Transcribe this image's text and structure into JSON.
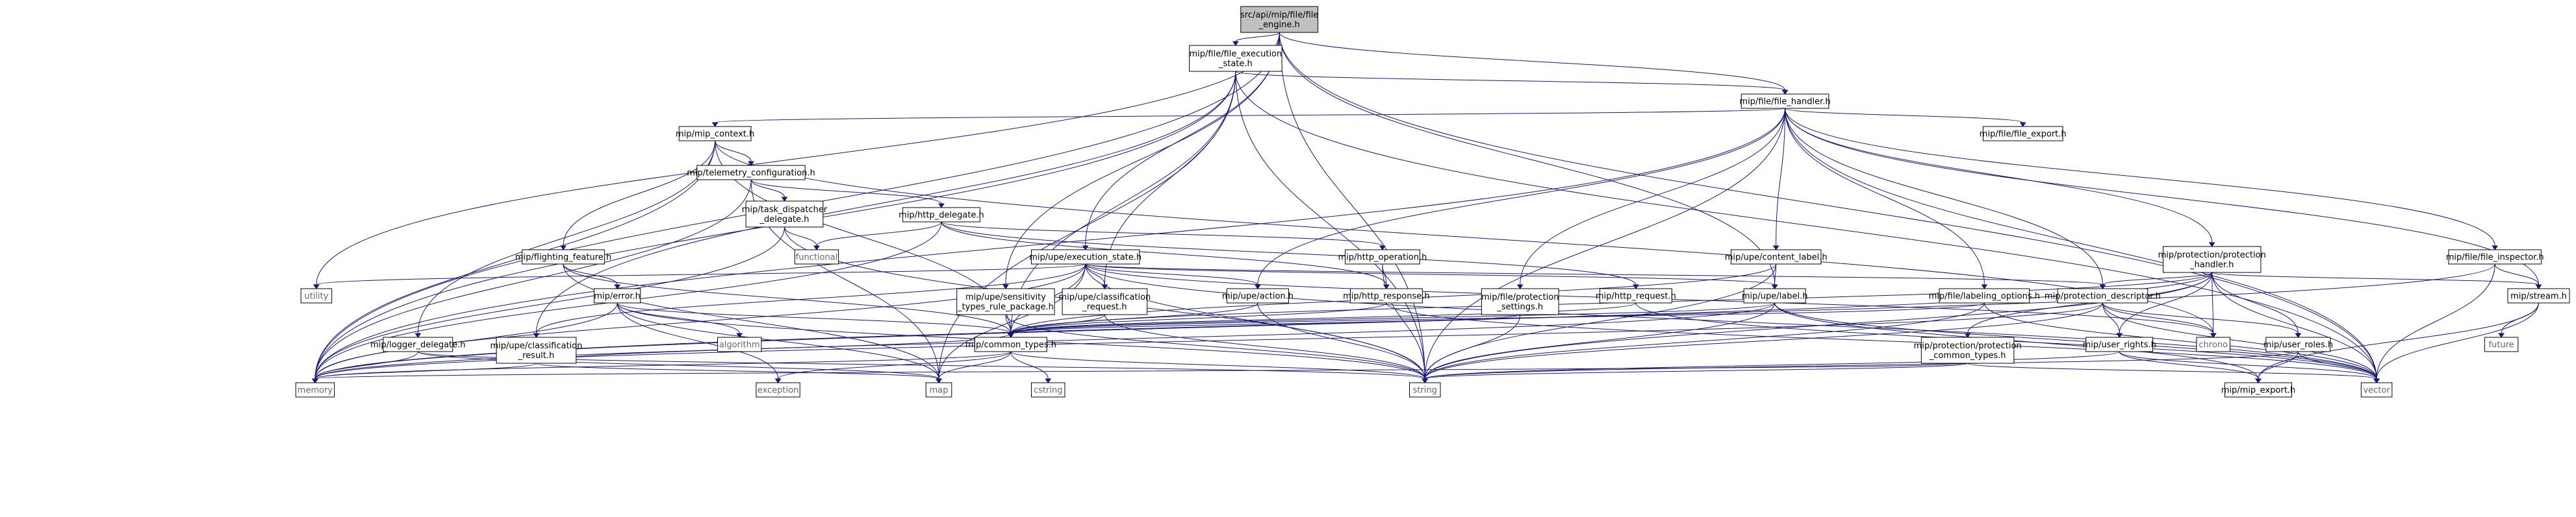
{
  "diagram": {
    "title": "src/api/mip/file/file_engine.h include dependency graph",
    "colors": {
      "root_fill": "#bfbfbf",
      "node_fill": "#ffffff",
      "node_border": "#000000",
      "system_border": "#bfbfbf",
      "system_text": "#666666",
      "edge": "#191970"
    },
    "nodes": [
      {
        "id": "root",
        "label": [
          "src/api/mip/file/file",
          "_engine.h"
        ],
        "kind": "root"
      },
      {
        "id": "fes",
        "label": [
          "mip/file/file_execution",
          "_state.h"
        ],
        "kind": "header"
      },
      {
        "id": "fh",
        "label": [
          "mip/file/file_handler.h"
        ],
        "kind": "header"
      },
      {
        "id": "ctx",
        "label": [
          "mip/mip_context.h"
        ],
        "kind": "header"
      },
      {
        "id": "fexp",
        "label": [
          "mip/file/file_export.h"
        ],
        "kind": "header"
      },
      {
        "id": "tel",
        "label": [
          "mip/telemetry_configuration.h"
        ],
        "kind": "header"
      },
      {
        "id": "tdd",
        "label": [
          "mip/task_dispatcher",
          "_delegate.h"
        ],
        "kind": "header"
      },
      {
        "id": "hd",
        "label": [
          "mip/http_delegate.h"
        ],
        "kind": "header"
      },
      {
        "id": "ff",
        "label": [
          "mip/flighting_feature.h"
        ],
        "kind": "header"
      },
      {
        "id": "es",
        "label": [
          "mip/upe/execution_state.h"
        ],
        "kind": "header"
      },
      {
        "id": "cl",
        "label": [
          "mip/upe/content_label.h"
        ],
        "kind": "header"
      },
      {
        "id": "pph",
        "label": [
          "mip/protection/protection",
          "_handler.h"
        ],
        "kind": "header"
      },
      {
        "id": "fi",
        "label": [
          "mip/file/file_inspector.h"
        ],
        "kind": "header"
      },
      {
        "id": "err",
        "label": [
          "mip/error.h"
        ],
        "kind": "header"
      },
      {
        "id": "stp",
        "label": [
          "mip/upe/sensitivity",
          "_types_rule_package.h"
        ],
        "kind": "header"
      },
      {
        "id": "ccr",
        "label": [
          "mip/upe/classification",
          "_request.h"
        ],
        "kind": "header"
      },
      {
        "id": "act",
        "label": [
          "mip/upe/action.h"
        ],
        "kind": "header"
      },
      {
        "id": "hop",
        "label": [
          "mip/http_operation.h"
        ],
        "kind": "header"
      },
      {
        "id": "hres",
        "label": [
          "mip/http_response.h"
        ],
        "kind": "header"
      },
      {
        "id": "fps",
        "label": [
          "mip/file/protection",
          "_settings.h"
        ],
        "kind": "header"
      },
      {
        "id": "hreq",
        "label": [
          "mip/http_request.h"
        ],
        "kind": "header"
      },
      {
        "id": "lbl",
        "label": [
          "mip/upe/label.h"
        ],
        "kind": "header"
      },
      {
        "id": "flo",
        "label": [
          "mip/file/labeling_options.h"
        ],
        "kind": "header"
      },
      {
        "id": "pd",
        "label": [
          "mip/protection_descriptor.h"
        ],
        "kind": "header"
      },
      {
        "id": "str_h",
        "label": [
          "mip/stream.h"
        ],
        "kind": "header"
      },
      {
        "id": "ld",
        "label": [
          "mip/logger_delegate.h"
        ],
        "kind": "header"
      },
      {
        "id": "ucr",
        "label": [
          "mip/upe/classification",
          "_result.h"
        ],
        "kind": "header"
      },
      {
        "id": "ct",
        "label": [
          "mip/common_types.h"
        ],
        "kind": "header"
      },
      {
        "id": "ppct",
        "label": [
          "mip/protection/protection",
          "_common_types.h"
        ],
        "kind": "header"
      },
      {
        "id": "ur",
        "label": [
          "mip/user_rights.h"
        ],
        "kind": "header"
      },
      {
        "id": "uro",
        "label": [
          "mip/user_roles.h"
        ],
        "kind": "header"
      },
      {
        "id": "me",
        "label": [
          "mip/mip_export.h"
        ],
        "kind": "header"
      },
      {
        "id": "utility",
        "label": [
          "utility"
        ],
        "kind": "system"
      },
      {
        "id": "functional",
        "label": [
          "functional"
        ],
        "kind": "system"
      },
      {
        "id": "algorithm",
        "label": [
          "algorithm"
        ],
        "kind": "system"
      },
      {
        "id": "chrono",
        "label": [
          "chrono"
        ],
        "kind": "system"
      },
      {
        "id": "future",
        "label": [
          "future"
        ],
        "kind": "system"
      },
      {
        "id": "memory",
        "label": [
          "memory"
        ],
        "kind": "system"
      },
      {
        "id": "map",
        "label": [
          "map"
        ],
        "kind": "system"
      },
      {
        "id": "string",
        "label": [
          "string"
        ],
        "kind": "system"
      },
      {
        "id": "exception",
        "label": [
          "exception"
        ],
        "kind": "system"
      },
      {
        "id": "cstring",
        "label": [
          "cstring"
        ],
        "kind": "system"
      },
      {
        "id": "vector",
        "label": [
          "vector"
        ],
        "kind": "system"
      }
    ],
    "edges": [
      [
        "root",
        "fes"
      ],
      [
        "root",
        "fh"
      ],
      [
        "root",
        "es"
      ],
      [
        "root",
        "stp"
      ],
      [
        "root",
        "lbl"
      ],
      [
        "root",
        "utility"
      ],
      [
        "root",
        "memory"
      ],
      [
        "root",
        "string"
      ],
      [
        "root",
        "vector"
      ],
      [
        "fes",
        "fh"
      ],
      [
        "fes",
        "ccr"
      ],
      [
        "fes",
        "ucr"
      ],
      [
        "fes",
        "ct"
      ],
      [
        "fes",
        "memory"
      ],
      [
        "fes",
        "map"
      ],
      [
        "fes",
        "string"
      ],
      [
        "fes",
        "vector"
      ],
      [
        "fh",
        "ctx"
      ],
      [
        "fh",
        "fexp"
      ],
      [
        "fh",
        "fi"
      ],
      [
        "fh",
        "cl"
      ],
      [
        "fh",
        "pph"
      ],
      [
        "fh",
        "fps"
      ],
      [
        "fh",
        "flo"
      ],
      [
        "fh",
        "pd"
      ],
      [
        "fh",
        "str_h"
      ],
      [
        "fh",
        "act"
      ],
      [
        "fh",
        "memory"
      ],
      [
        "fh",
        "string"
      ],
      [
        "fh",
        "vector"
      ],
      [
        "ctx",
        "tel"
      ],
      [
        "ctx",
        "ff"
      ],
      [
        "ctx",
        "ld"
      ],
      [
        "ctx",
        "ct"
      ],
      [
        "ctx",
        "memory"
      ],
      [
        "ctx",
        "chrono"
      ],
      [
        "tel",
        "tdd"
      ],
      [
        "tel",
        "hd"
      ],
      [
        "tel",
        "memory"
      ],
      [
        "tel",
        "map"
      ],
      [
        "tdd",
        "functional"
      ],
      [
        "tdd",
        "memory"
      ],
      [
        "tdd",
        "string"
      ],
      [
        "hd",
        "hop"
      ],
      [
        "hd",
        "hres"
      ],
      [
        "hd",
        "hreq"
      ],
      [
        "hd",
        "functional"
      ],
      [
        "hd",
        "memory"
      ],
      [
        "ff",
        "err"
      ],
      [
        "ff",
        "ct"
      ],
      [
        "ff",
        "map"
      ],
      [
        "es",
        "act"
      ],
      [
        "es",
        "ccr"
      ],
      [
        "es",
        "ucr"
      ],
      [
        "es",
        "ct"
      ],
      [
        "es",
        "lbl"
      ],
      [
        "es",
        "pd"
      ],
      [
        "es",
        "memory"
      ],
      [
        "es",
        "map"
      ],
      [
        "es",
        "string"
      ],
      [
        "es",
        "vector"
      ],
      [
        "es",
        "utility"
      ],
      [
        "es",
        "chrono"
      ],
      [
        "cl",
        "lbl"
      ],
      [
        "cl",
        "ct"
      ],
      [
        "cl",
        "string"
      ],
      [
        "pph",
        "pd"
      ],
      [
        "pph",
        "ppct"
      ],
      [
        "pph",
        "ur"
      ],
      [
        "pph",
        "uro"
      ],
      [
        "pph",
        "str_h"
      ],
      [
        "pph",
        "ct"
      ],
      [
        "pph",
        "memory"
      ],
      [
        "pph",
        "string"
      ],
      [
        "pph",
        "vector"
      ],
      [
        "pph",
        "chrono"
      ],
      [
        "fi",
        "str_h"
      ],
      [
        "fi",
        "memory"
      ],
      [
        "fi",
        "vector"
      ],
      [
        "err",
        "ct"
      ],
      [
        "err",
        "algorithm"
      ],
      [
        "err",
        "exception"
      ],
      [
        "err",
        "map"
      ],
      [
        "err",
        "memory"
      ],
      [
        "err",
        "string"
      ],
      [
        "stp",
        "ct"
      ],
      [
        "stp",
        "string"
      ],
      [
        "ccr",
        "ct"
      ],
      [
        "ccr",
        "string"
      ],
      [
        "act",
        "ct"
      ],
      [
        "act",
        "string"
      ],
      [
        "hop",
        "hres"
      ],
      [
        "hop",
        "string"
      ],
      [
        "hres",
        "ct"
      ],
      [
        "hres",
        "vector"
      ],
      [
        "fps",
        "ct"
      ],
      [
        "fps",
        "string"
      ],
      [
        "hreq",
        "ct"
      ],
      [
        "hreq",
        "vector"
      ],
      [
        "lbl",
        "ct"
      ],
      [
        "lbl",
        "me"
      ],
      [
        "lbl",
        "memory"
      ],
      [
        "lbl",
        "string"
      ],
      [
        "lbl",
        "vector"
      ],
      [
        "flo",
        "ct"
      ],
      [
        "flo",
        "string"
      ],
      [
        "flo",
        "vector"
      ],
      [
        "pd",
        "ur"
      ],
      [
        "pd",
        "uro"
      ],
      [
        "pd",
        "chrono"
      ],
      [
        "pd",
        "memory"
      ],
      [
        "pd",
        "string"
      ],
      [
        "pd",
        "vector"
      ],
      [
        "str_h",
        "future"
      ],
      [
        "str_h",
        "me"
      ],
      [
        "str_h",
        "vector"
      ],
      [
        "ld",
        "memory"
      ],
      [
        "ld",
        "map"
      ],
      [
        "ld",
        "string"
      ],
      [
        "ucr",
        "ct"
      ],
      [
        "ucr",
        "memory"
      ],
      [
        "ucr",
        "map"
      ],
      [
        "ct",
        "cstring"
      ],
      [
        "ct",
        "exception"
      ],
      [
        "ct",
        "map"
      ],
      [
        "ct",
        "memory"
      ],
      [
        "ct",
        "string"
      ],
      [
        "ppct",
        "memory"
      ],
      [
        "ppct",
        "string"
      ],
      [
        "ppct",
        "vector"
      ],
      [
        "ur",
        "me"
      ],
      [
        "ur",
        "string"
      ],
      [
        "ur",
        "vector"
      ],
      [
        "uro",
        "me"
      ],
      [
        "uro",
        "string"
      ],
      [
        "uro",
        "vector"
      ]
    ]
  }
}
